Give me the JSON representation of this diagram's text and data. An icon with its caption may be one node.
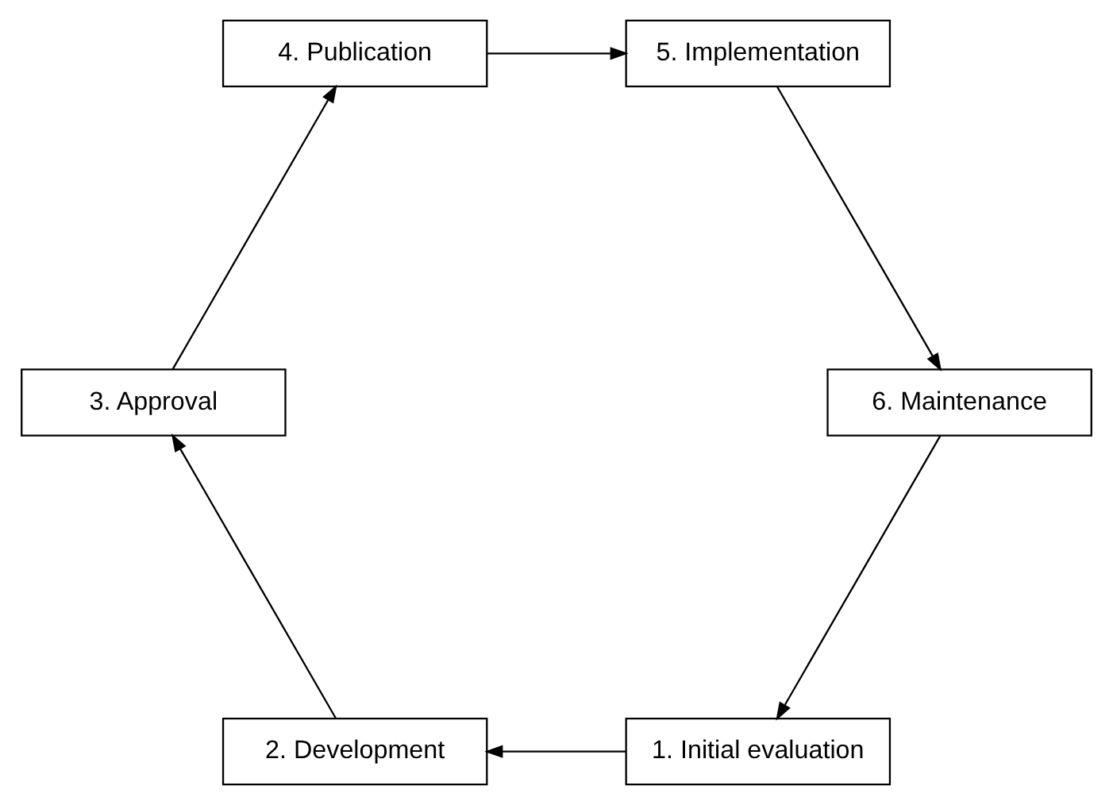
{
  "diagram": {
    "nodes": [
      {
        "text": [
          "1. Initial evaluation"
        ]
      },
      {
        "text": [
          "2. Development"
        ]
      },
      {
        "text": [
          "3. Approval"
        ]
      },
      {
        "text": [
          "4. Publication"
        ]
      },
      {
        "text": [
          "5. Implementation"
        ]
      },
      {
        "text": [
          "6. Maintenance"
        ]
      }
    ],
    "edges": [
      {
        "from": 0,
        "to": 1,
        "arrow": "to"
      },
      {
        "from": 1,
        "to": 2,
        "arrow": "to"
      },
      {
        "from": 2,
        "to": 3,
        "arrow": "to"
      },
      {
        "from": 3,
        "to": 4,
        "arrow": "to"
      },
      {
        "from": 4,
        "to": 5,
        "arrow": "to"
      },
      {
        "from": 5,
        "to": 0,
        "arrow": "to"
      }
    ]
  }
}
